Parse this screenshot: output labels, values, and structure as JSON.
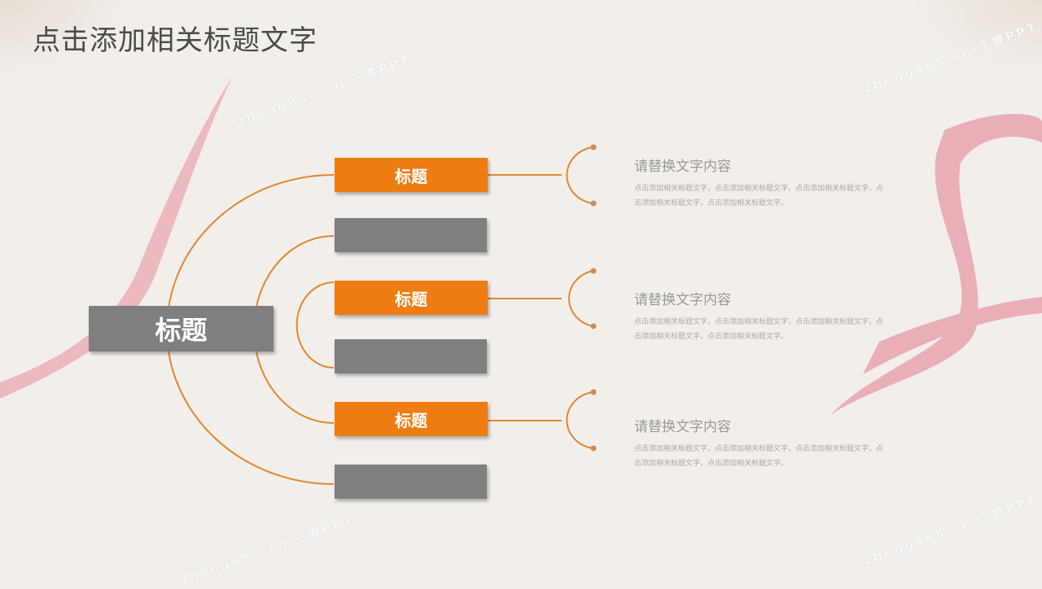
{
  "title": "点击添加相关标题文字",
  "center": {
    "label": "标题"
  },
  "branches": [
    {
      "label": "标题",
      "heading": "请替换文字内容",
      "text": "点击添加相关标题文字，点击添加相关标题文字，点击添加相关标题文字，点击添加相关标题文字，点击添加相关标题文字。"
    },
    {
      "label": "标题",
      "heading": "请替换文字内容",
      "text": "点击添加相关标题文字，点击添加相关标题文字，点击添加相关标题文字，点击添加相关标题文字，点击添加相关标题文字。"
    },
    {
      "label": "标题",
      "heading": "请替换文字内容",
      "text": "点击添加相关标题文字，点击添加相关标题文字，点击添加相关标题文字，点击添加相关标题文字，点击添加相关标题文字。"
    }
  ],
  "watermark": "zheng888.cn 正睿PPT",
  "colors": {
    "accent": "#ee7c13",
    "gray": "#7f7f7f"
  }
}
